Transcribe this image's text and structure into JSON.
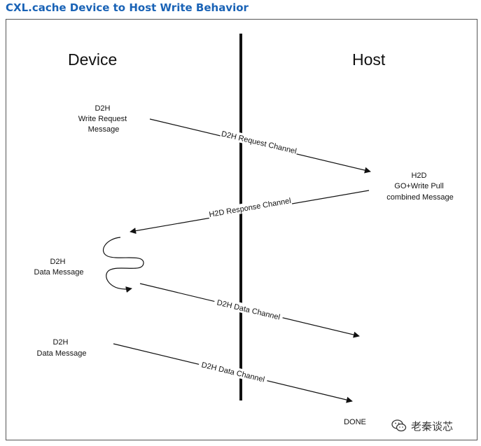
{
  "title": "CXL.cache Device to Host Write Behavior",
  "lanes": {
    "left": "Device",
    "right": "Host"
  },
  "messages": {
    "d2h_write_request": [
      "D2H",
      "Write Request",
      "Message"
    ],
    "h2d_go_write_pull": [
      "H2D",
      "GO+Write Pull",
      "combined Message"
    ],
    "d2h_data_1": [
      "D2H",
      "Data Message"
    ],
    "d2h_data_2": [
      "D2H",
      "Data Message"
    ],
    "done": "DONE"
  },
  "channels": {
    "d2h_request": "D2H Request Channel",
    "h2d_response": "H2D Response Channel",
    "d2h_data_1": "D2H Data Channel",
    "d2h_data_2": "D2H Data Channel"
  },
  "watermark": {
    "icon": "wechat-icon",
    "text": "老秦谈芯"
  },
  "colors": {
    "title": "#1a63b6",
    "line": "#111111"
  }
}
